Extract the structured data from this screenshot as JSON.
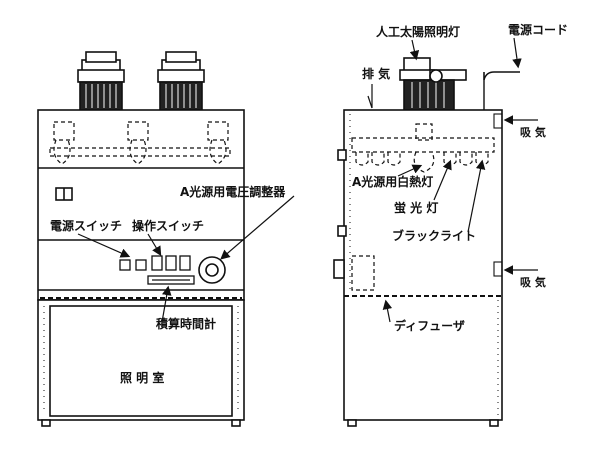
{
  "front_view": {
    "labels": {
      "power_switch": "電源スイッチ",
      "operation_switch": "操作スイッチ",
      "voltage_regulator": "A光源用電圧調整器",
      "hour_meter": "積算時間計",
      "chamber": "照 明 室"
    }
  },
  "side_view": {
    "labels": {
      "artificial_sun_lamp": "人工太陽照明灯",
      "power_cord": "電源コード",
      "exhaust": "排 気",
      "intake_top": "吸 気",
      "intake_bottom": "吸 気",
      "incandescent_lamp": "A光源用白熱灯",
      "fluorescent_lamp": "蛍 光 灯",
      "black_light": "ブラックライト",
      "diffuser": "ディフューザ"
    }
  },
  "colors": {
    "line": "#111111",
    "background": "#ffffff"
  }
}
